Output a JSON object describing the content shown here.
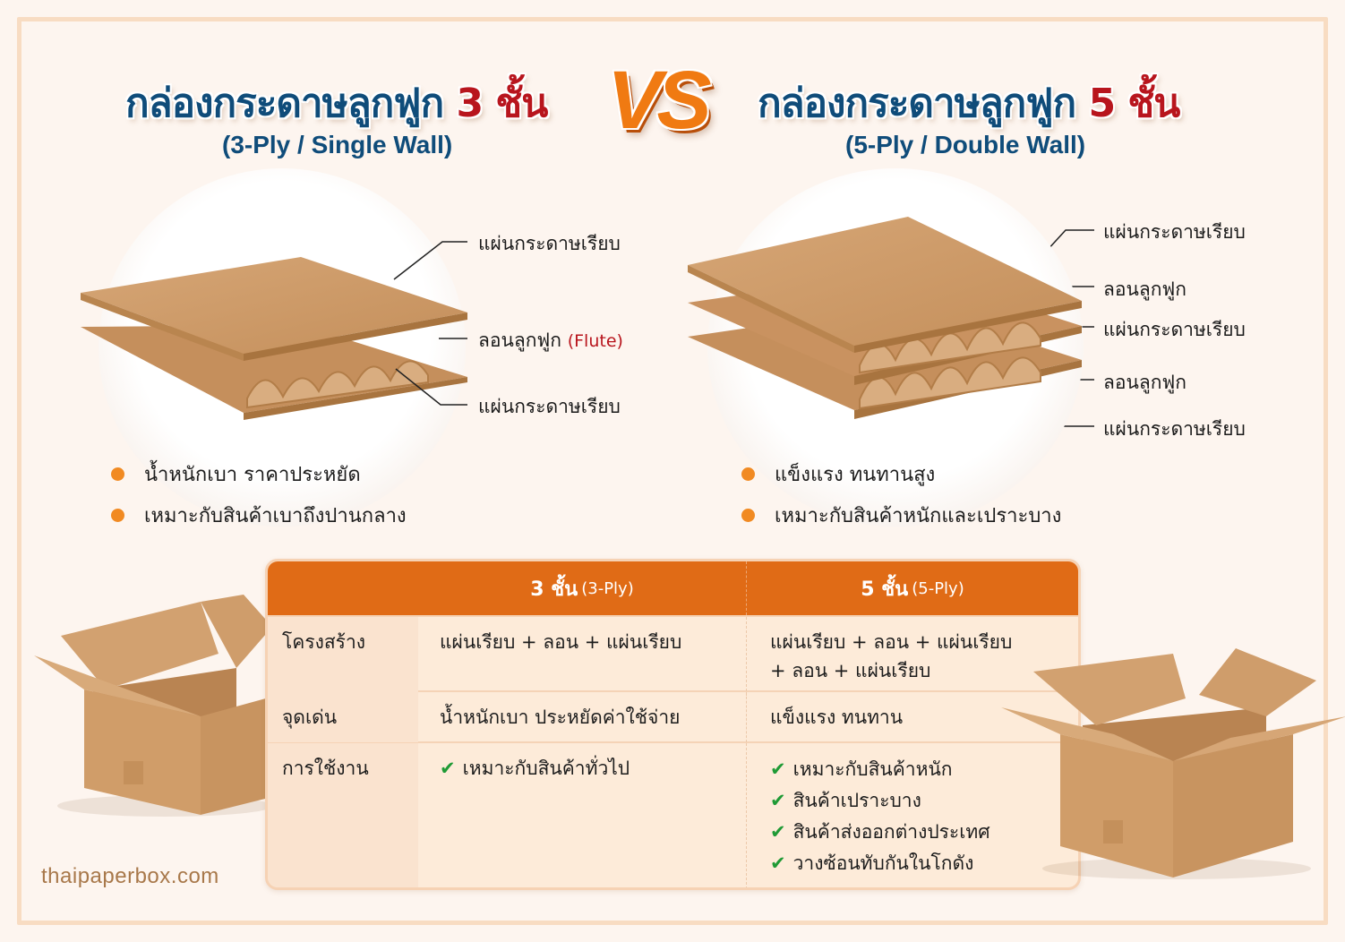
{
  "header": {
    "left_title": "กล่องกระดาษลูกฟูก",
    "left_num": "3 ชั้น",
    "left_subtitle": "(3-Ply / Single Wall)",
    "vs": "VS",
    "right_title": "กล่องกระดาษลูกฟูก",
    "right_num": "5 ชั้น",
    "right_subtitle": "(5-Ply / Double Wall)"
  },
  "left_diagram": {
    "callouts": [
      "แผ่นกระดาษเรียบ",
      "ลอนลูกฟูก",
      "แผ่นกระดาษเรียบ"
    ],
    "flute_en": "(Flute)",
    "bullets": [
      "น้ำหนักเบา ราคาประหยัด",
      "เหมาะกับสินค้าเบาถึงปานกลาง"
    ]
  },
  "right_diagram": {
    "callouts": [
      "แผ่นกระดาษเรียบ",
      "ลอนลูกฟูก",
      "แผ่นกระดาษเรียบ",
      "ลอนลูกฟูก",
      "แผ่นกระดาษเรียบ"
    ],
    "bullets": [
      "แข็งแรง ทนทานสูง",
      "เหมาะกับสินค้าหนักและเปราะบาง"
    ]
  },
  "table": {
    "headers": [
      {
        "main": "",
        "sub": ""
      },
      {
        "main": "3 ชั้น",
        "sub": "(3-Ply)"
      },
      {
        "main": "5 ชั้น",
        "sub": "(5-Ply)"
      }
    ],
    "rows": [
      {
        "label": "โครงสร้าง",
        "col3": "แผ่นเรียบ + ลอน + แผ่นเรียบ",
        "col5": [
          "แผ่นเรียบ + ลอน + แผ่นเรียบ",
          "+ ลอน + แผ่นเรียบ"
        ]
      },
      {
        "label": "จุดเด่น",
        "col3": "น้ำหนักเบา ประหยัดค่าใช้จ่าย",
        "col5": [
          "แข็งแรง ทนทาน"
        ]
      },
      {
        "label": "การใช้งาน",
        "col3": "เหมาะกับสินค้าทั่วไป",
        "col5": [
          "เหมาะกับสินค้าหนัก",
          "สินค้าเปราะบาง",
          "สินค้าส่งออกต่างประเทศ",
          "วางซ้อนทับกันในโกดัง"
        ]
      }
    ],
    "check_icon": "✔"
  },
  "colors": {
    "navy": "#0f4c7a",
    "red": "#b8151d",
    "orange_header": "#e06b16",
    "bullet_orange": "#f18a22",
    "check_green": "#1f9a35",
    "background": "#fdf5ef",
    "frame": "#f8dcc2"
  },
  "footer": {
    "site": "thaipaperbox.com"
  }
}
